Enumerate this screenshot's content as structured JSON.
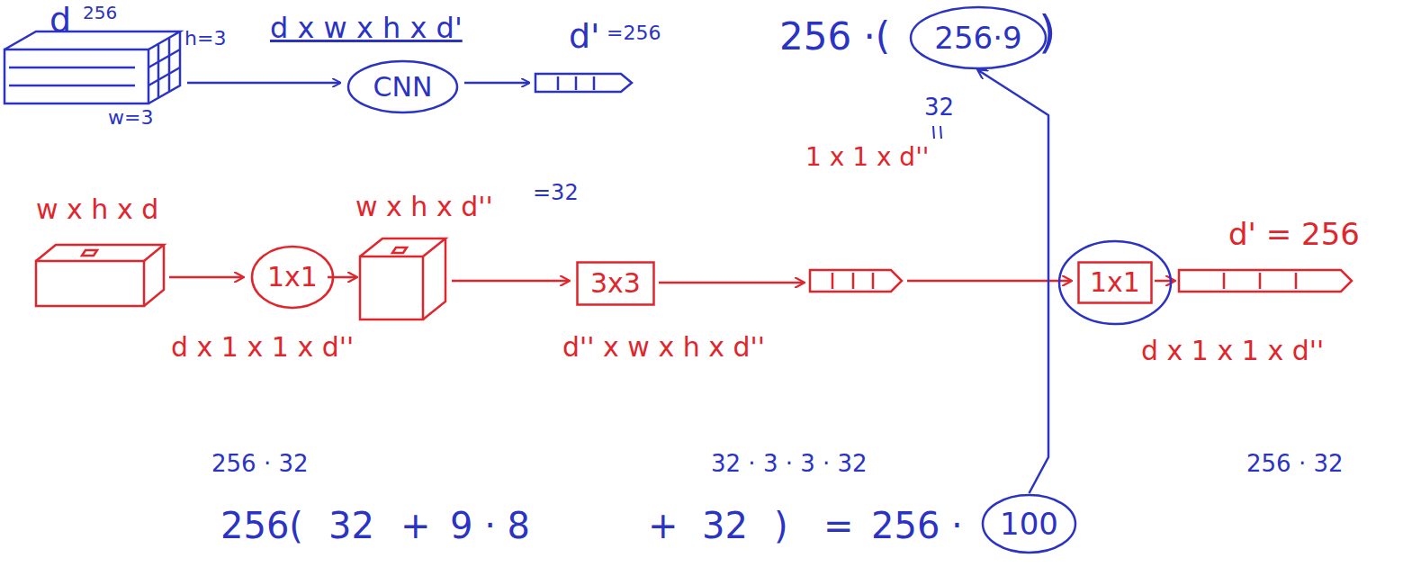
{
  "diagram": {
    "nodes": [
      {
        "text": [
          "256·9"
        ]
      },
      {
        "text": [
          "CNN"
        ]
      },
      {
        "text": [
          "1x1"
        ]
      },
      {
        "text": [
          "3x3"
        ]
      },
      {
        "text": [
          "1x1"
        ]
      },
      {
        "text": [
          "100"
        ]
      }
    ],
    "edges": [
      {
        "from": 5,
        "to": 0,
        "arrow": "to"
      }
    ],
    "labels": [
      "d",
      "256",
      "h=3",
      "w=3",
      "d x w x h x d'",
      "d'",
      "=256",
      "256 ·(",
      ")",
      "w x h x d",
      "d x 1 x 1 x d''",
      "w x h x d''",
      "=32",
      "d'' x w x h x d''",
      "32",
      "1 x 1 x d''",
      "d' = 256",
      "d x 1 x 1 x d''",
      "256 · 32",
      "32 · 3 · 3 · 32",
      "256 · 32",
      "256(",
      "32",
      "+",
      "9 · 8",
      "+",
      "32",
      ")",
      "=",
      "256 ·"
    ]
  }
}
